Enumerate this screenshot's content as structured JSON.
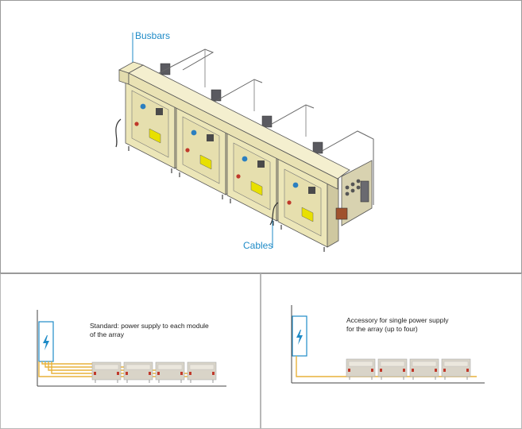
{
  "callouts": {
    "busbars": "Busbars",
    "cables": "Cables"
  },
  "panels": {
    "standard": {
      "caption_line1": "Standard: power supply to each module",
      "caption_line2": "of the array",
      "module_count": 4
    },
    "accessory": {
      "caption_line1": "Accessory for single power supply",
      "caption_line2": "for the array (up to four)",
      "module_count": 4
    }
  },
  "icons": {
    "power_supply": "lightning-bolt-icon"
  },
  "colors": {
    "callout": "#1f8bc7",
    "cable": "#e8b23a",
    "module": "#d9d4c8",
    "accent_red": "#c0392b",
    "equipment": "#ece6b8"
  }
}
